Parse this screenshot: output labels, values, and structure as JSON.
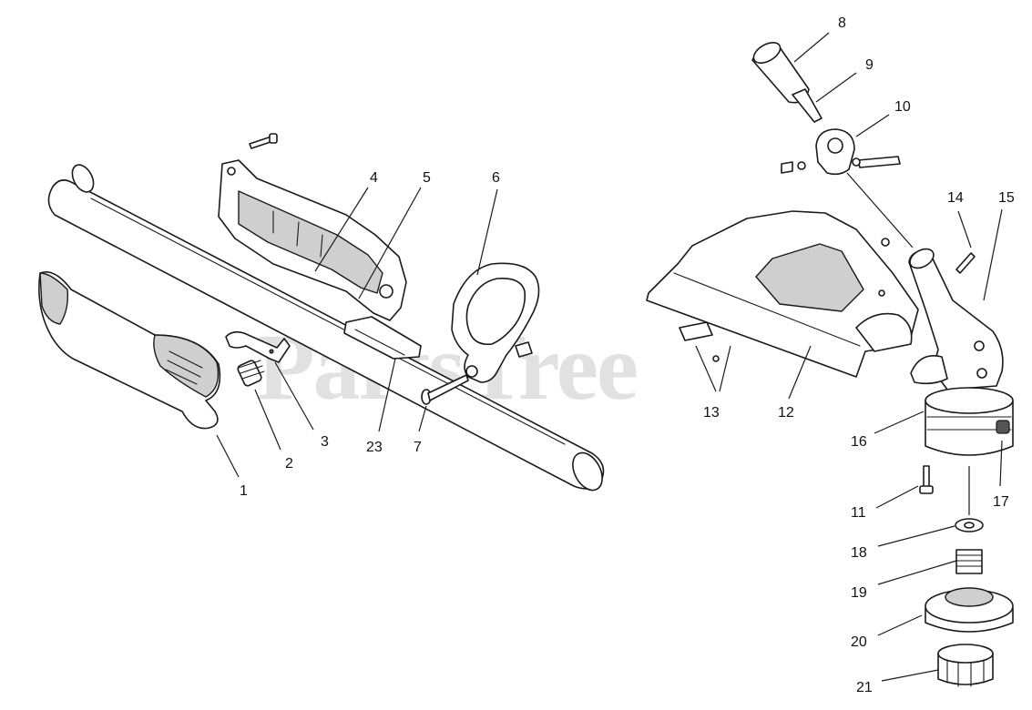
{
  "watermark": {
    "text": "PartsTree",
    "mark": "™"
  },
  "callouts": {
    "c1": "1",
    "c2": "2",
    "c3": "3",
    "c4": "4",
    "c5": "5",
    "c6": "6",
    "c7": "7",
    "c8": "8",
    "c9": "9",
    "c10": "10",
    "c11": "11",
    "c12": "12",
    "c13": "13",
    "c14": "14",
    "c15": "15",
    "c16": "16",
    "c17": "17",
    "c18": "18",
    "c19": "19",
    "c20": "20",
    "c21": "21",
    "c23": "23"
  },
  "colors": {
    "line": "#1a1a1a",
    "shade": "#cfcfcf",
    "watermark": "#c9c9c9",
    "background": "#ffffff"
  }
}
